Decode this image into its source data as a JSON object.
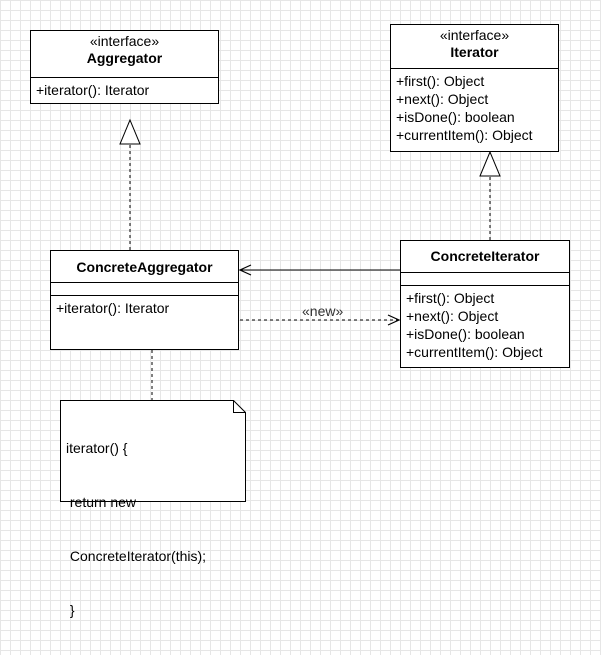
{
  "classes": {
    "aggregator": {
      "stereotype": "«interface»",
      "name": "Aggregator",
      "operations": [
        "+iterator(): Iterator"
      ]
    },
    "iterator": {
      "stereotype": "«interface»",
      "name": "Iterator",
      "operations": [
        "+first(): Object",
        "+next(): Object",
        "+isDone(): boolean",
        "+currentItem(): Object"
      ]
    },
    "concrete_aggregator": {
      "name": "ConcreteAggregator",
      "operations": [
        "+iterator(): Iterator"
      ]
    },
    "concrete_iterator": {
      "name": "ConcreteIterator",
      "operations": [
        "+first(): Object",
        "+next(): Object",
        "+isDone(): boolean",
        "+currentItem(): Object"
      ]
    }
  },
  "relations": {
    "new_label": "«new»"
  },
  "note": {
    "lines": [
      "iterator() {",
      " return new",
      " ConcreteIterator(this);",
      " }"
    ]
  }
}
